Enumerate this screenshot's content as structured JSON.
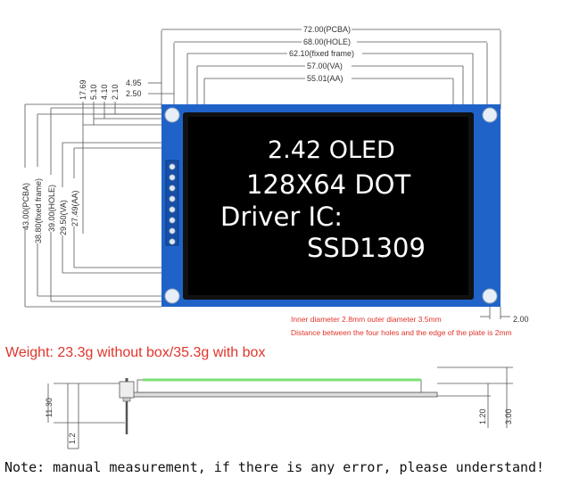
{
  "top_dims": [
    {
      "label": "72.00(PCBA)"
    },
    {
      "label": "68.00(HOLE)"
    },
    {
      "label": "62.10(fixed frame)"
    },
    {
      "label": "57.00(VA)"
    },
    {
      "label": "55.01(AA)"
    }
  ],
  "left_small_dims": [
    {
      "label": "4.95"
    },
    {
      "label": "2.50"
    }
  ],
  "top_vertical_dims": [
    {
      "label": "17.69"
    },
    {
      "label": "5.10"
    },
    {
      "label": "4.10"
    },
    {
      "label": "2.10"
    }
  ],
  "side_dims": [
    {
      "label": "43.00(PCBA)"
    },
    {
      "label": "38.80(fixed frame)"
    },
    {
      "label": "39.00(HOLE)"
    },
    {
      "label": "29.50(VA)"
    },
    {
      "label": "27.49(AA)"
    }
  ],
  "screen_lines": [
    "2.42  OLED",
    "128X64 DOT",
    "Driver  IC:",
    "SSD1309"
  ],
  "right_dim": "2.00",
  "hole_note_1": "Inner diameter 2.8mm outer diameter 3.5mm",
  "hole_note_2": "Distance between the four holes and the edge of the plate is 2mm",
  "weight": "Weight: 23.3g without box/35.3g with box",
  "profile_dims": {
    "left_height": "11.30",
    "pin_pitch": "1.2",
    "mid_height": "1.20",
    "right_height": "3.00"
  },
  "note": "Note: manual measurement, if there is any error, please understand!",
  "colors": {
    "pcb": "#1f63c9",
    "screen": "#000000",
    "weight_text": "#e0352b",
    "glass": "#7de07a"
  }
}
